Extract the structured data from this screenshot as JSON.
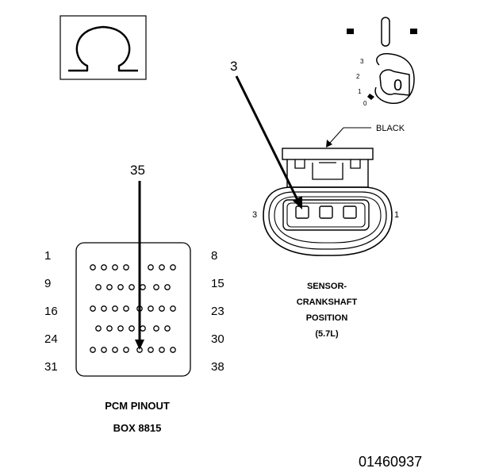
{
  "meter": {
    "symbol": "Ω"
  },
  "pcm": {
    "callout": "35",
    "pin_labels": {
      "row1_left": "1",
      "row1_right": "8",
      "row2_left": "9",
      "row2_right": "15",
      "row3_left": "16",
      "row3_right": "23",
      "row4_left": "24",
      "row4_right": "30",
      "row5_left": "31",
      "row5_right": "38"
    },
    "caption_line1": "PCM PINOUT",
    "caption_line2": "BOX 8815"
  },
  "sensor": {
    "callout": "3",
    "color_label": "BLACK",
    "pin_left": "3",
    "pin_right": "1",
    "caption_line1": "SENSOR-",
    "caption_line2": "CRANKSHAFT",
    "caption_line3": "POSITION",
    "caption_line4": "(5.7L)"
  },
  "ignition": {
    "positions": [
      "3",
      "2",
      "1",
      "0"
    ],
    "key_label": "0"
  },
  "document_id": "01460937"
}
